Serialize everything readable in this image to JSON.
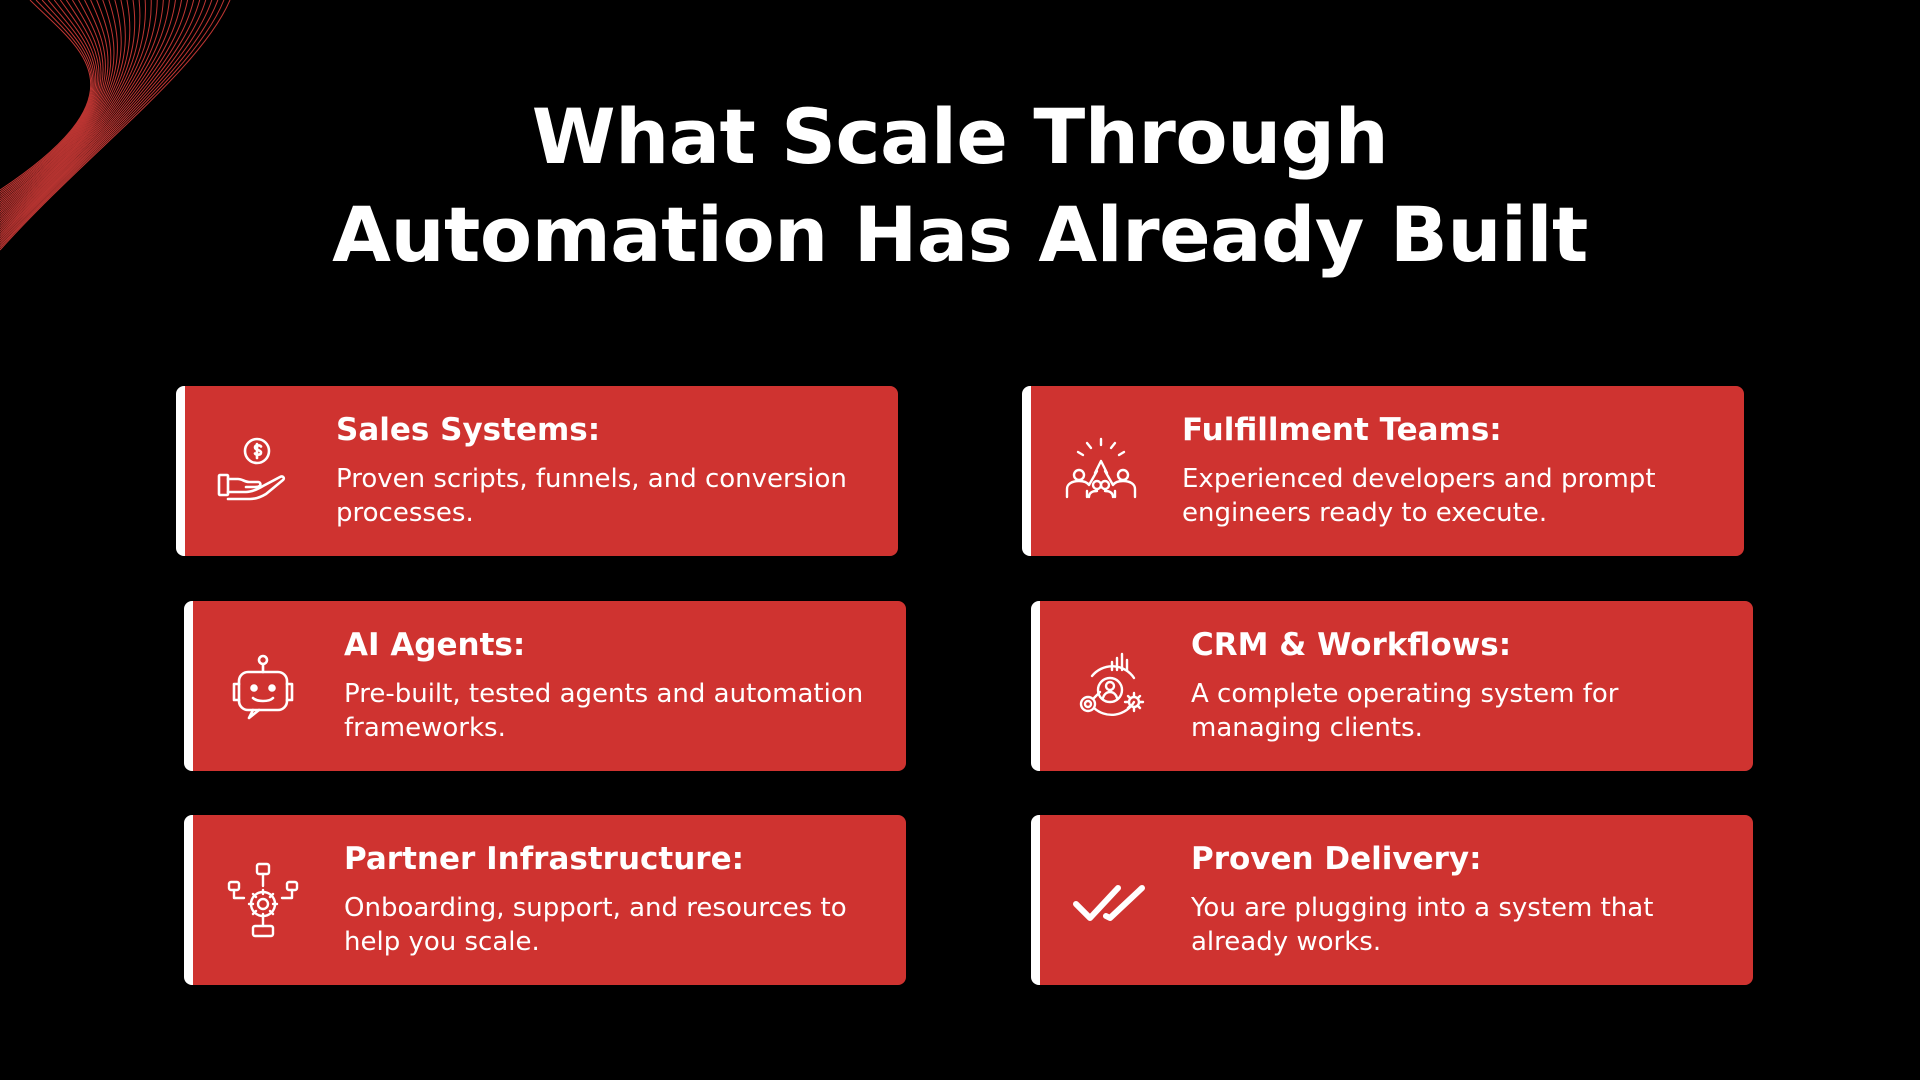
{
  "title": {
    "line1": "What Scale Through",
    "line2": "Automation Has Already Built"
  },
  "colors": {
    "background": "#000000",
    "card": "#cf3330",
    "card_accent_border": "#ffffff",
    "wave": "#e0403c"
  },
  "cards": {
    "sales": {
      "heading": "Sales Systems:",
      "description": "Proven scripts, funnels, and conversion processes.",
      "icon": "hand-coin-icon"
    },
    "fulfillment": {
      "heading": "Fulfillment Teams:",
      "description": "Experienced developers and prompt engineers ready to execute.",
      "icon": "team-high-five-icon"
    },
    "agents": {
      "heading": "AI Agents:",
      "description": "Pre-built, tested agents and automation frameworks.",
      "icon": "robot-icon"
    },
    "crm": {
      "heading": "CRM & Workflows:",
      "description": "A complete operating system for managing clients.",
      "icon": "crm-user-gear-icon"
    },
    "partner": {
      "heading": "Partner Infrastructure:",
      "description": "Onboarding, support, and resources to help you scale.",
      "icon": "network-gear-icon"
    },
    "delivery": {
      "heading": "Proven Delivery:",
      "description": "You are plugging into a system that already works.",
      "icon": "double-check-icon"
    }
  }
}
